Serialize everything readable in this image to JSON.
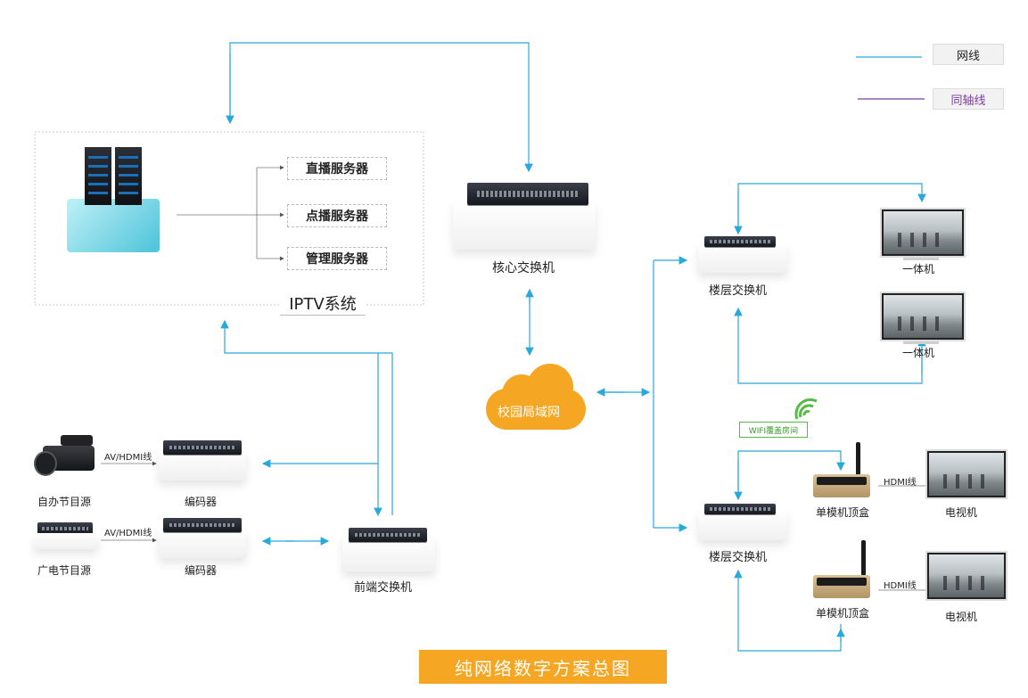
{
  "legend": {
    "network_cable": "网线",
    "coax_cable": "同轴线",
    "network_color": "#29a8dc",
    "coax_color": "#7b3f9e"
  },
  "iptv": {
    "system_label": "IPTV系统",
    "servers": [
      "直播服务器",
      "点播服务器",
      "管理服务器"
    ]
  },
  "core_switch": {
    "label": "核心交换机"
  },
  "campus_lan": {
    "label": "校园局域网",
    "color": "#f5a623"
  },
  "floor_switch_top": {
    "label": "楼层交换机"
  },
  "floor_switch_bottom": {
    "label": "楼层交换机"
  },
  "all_in_one": [
    "一体机",
    "一体机"
  ],
  "wifi": {
    "tag": "WIFI覆盖房间"
  },
  "stb": [
    "单模机顶盒",
    "单模机顶盒"
  ],
  "hdmi_labels": [
    "HDMI线",
    "HDMI线"
  ],
  "tvs": [
    "电视机",
    "电视机"
  ],
  "sources": {
    "self_made": "自办节目源",
    "broadcast": "广电节目源",
    "av_cable_1": "AV/HDMI线",
    "av_cable_2": "AV/HDMI线"
  },
  "encoders": [
    "编码器",
    "编码器"
  ],
  "front_switch": {
    "label": "前端交换机"
  },
  "banner": {
    "title": "纯网络数字方案总图"
  }
}
